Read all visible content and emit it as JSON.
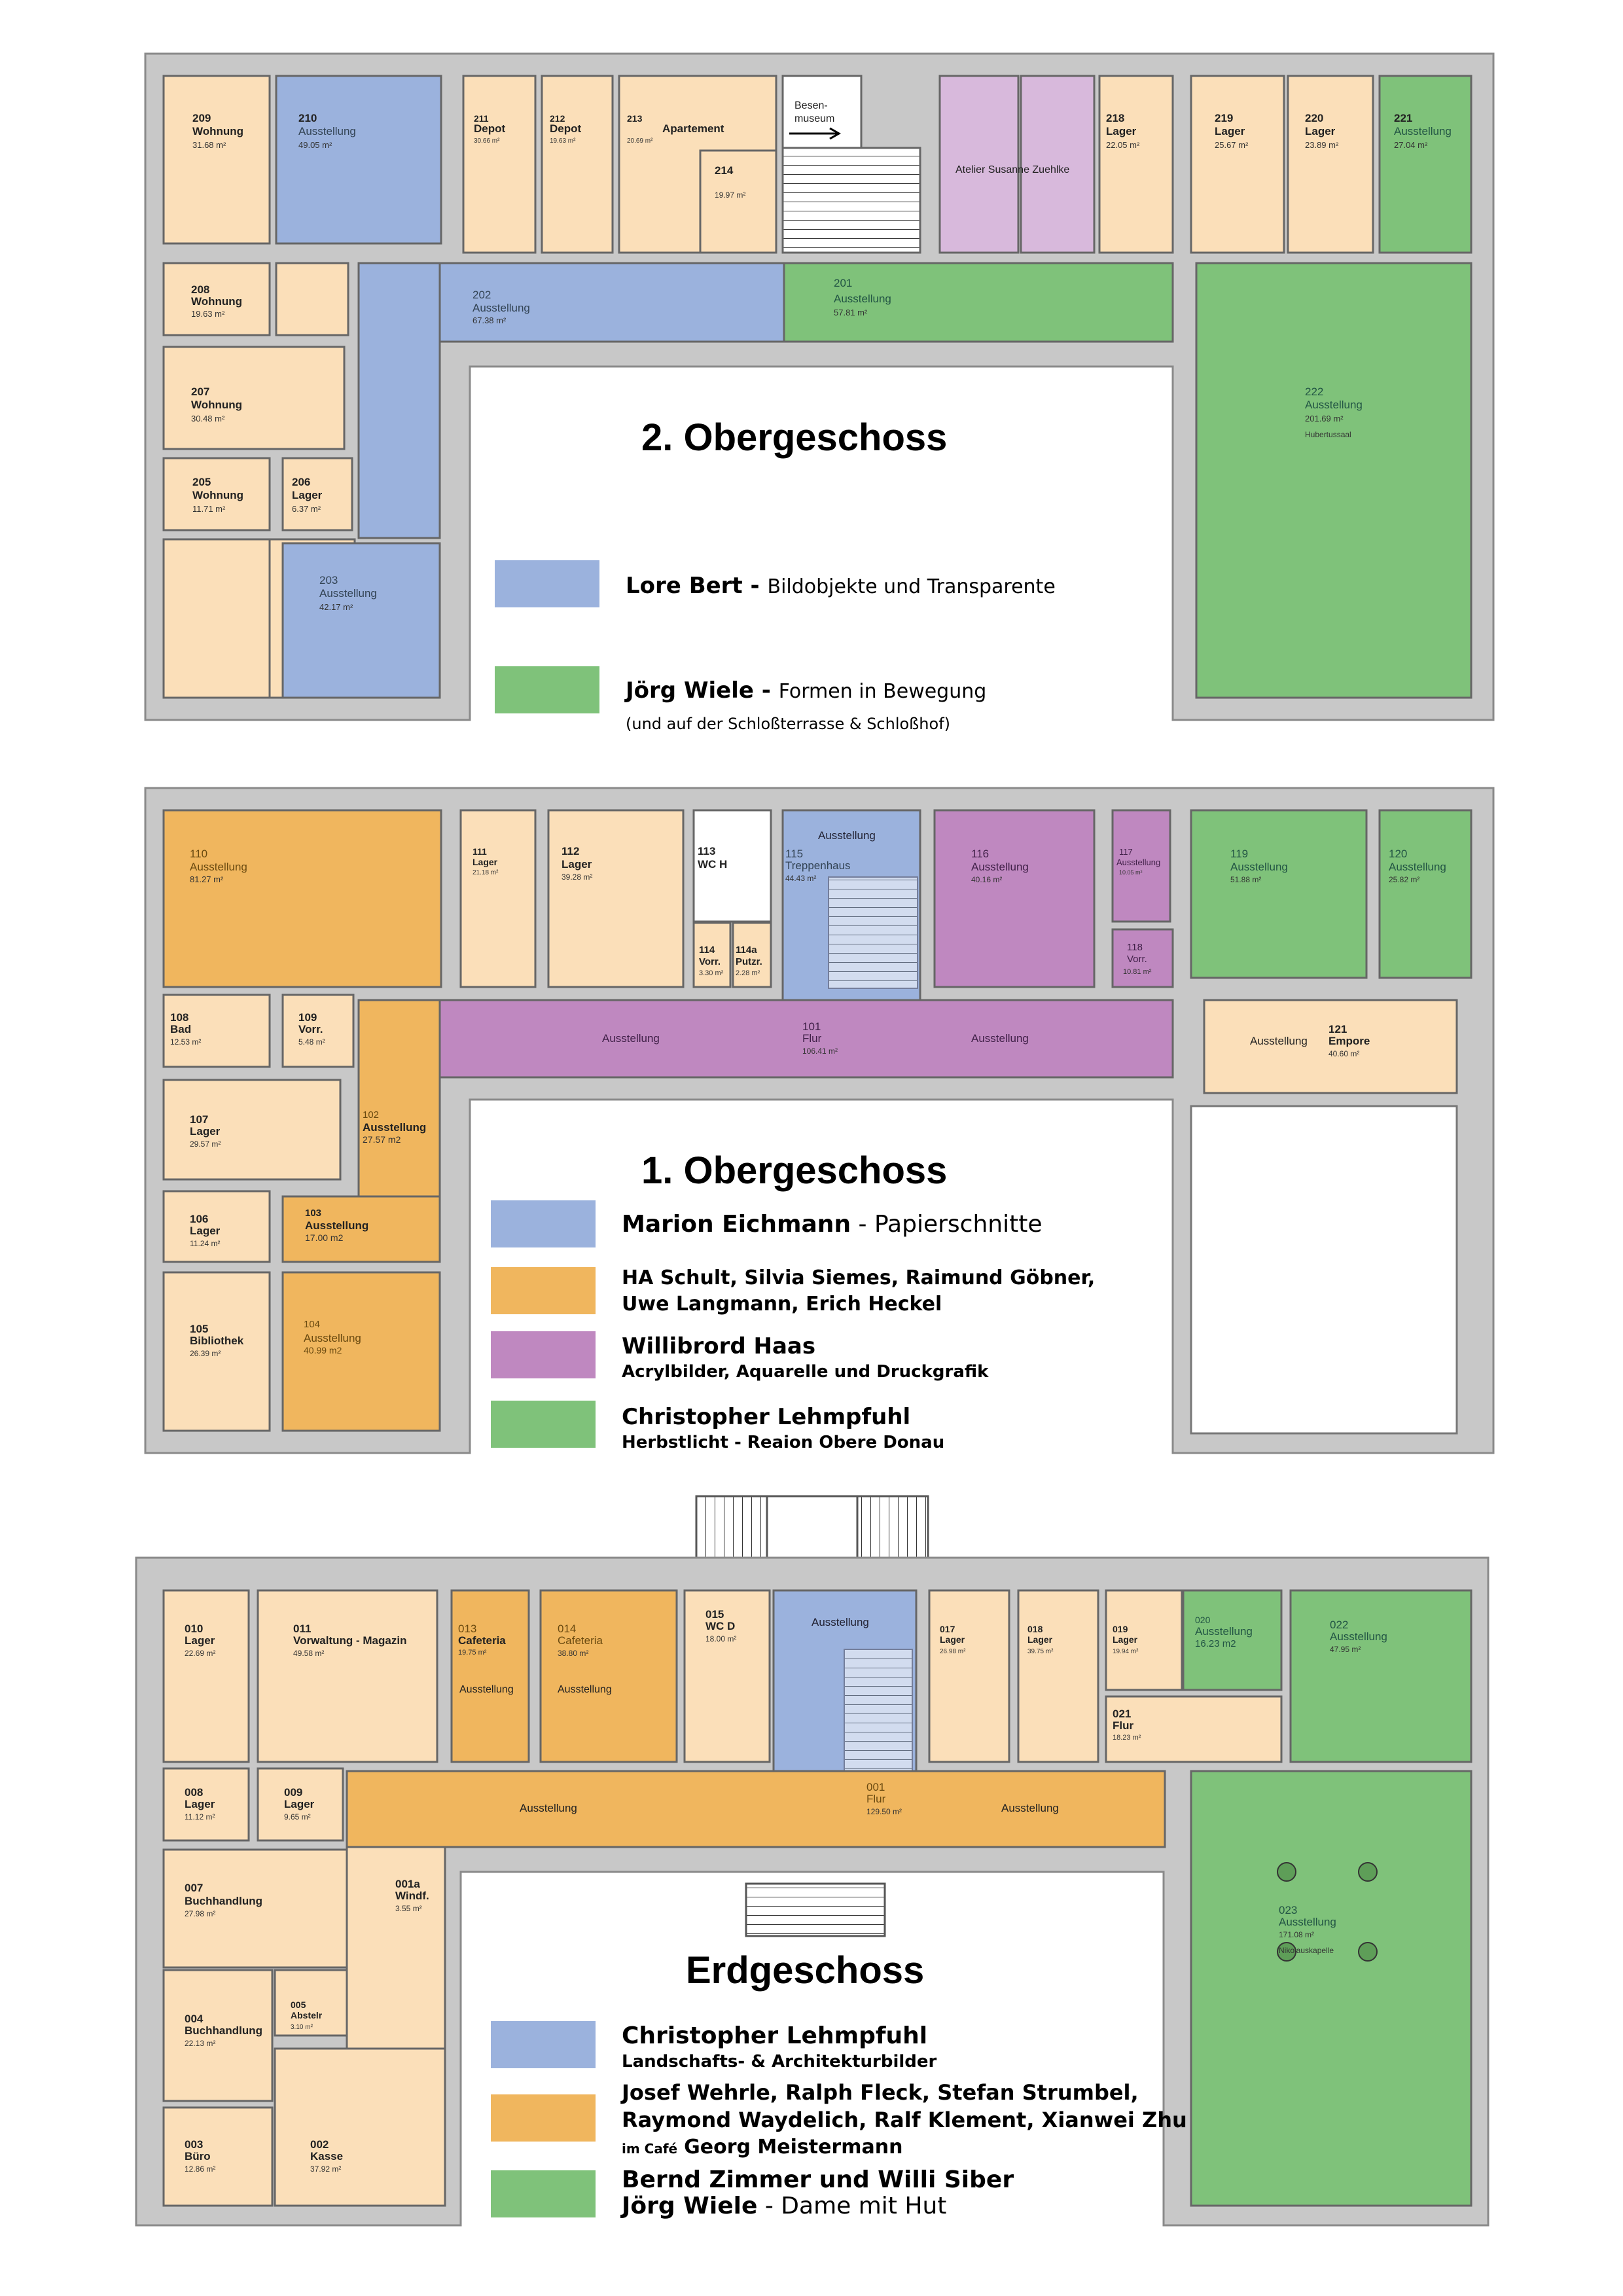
{
  "colors": {
    "wall": "#c8c8c8",
    "wall_edge": "#8a8a8a",
    "beige": "#fbdfb9",
    "blue": "#9bb2dd",
    "green": "#7fc27a",
    "orange": "#f0b65e",
    "purple": "#bf88c0",
    "lilac": "#d8b9dc"
  },
  "floors": [
    {
      "title": "2. Obergeschoss",
      "legend": [
        {
          "color": "blue",
          "name": "Lore Bert",
          "sep": " - ",
          "desc": "Bildobjekte und Transparente"
        },
        {
          "color": "green",
          "name": "Jörg Wiele",
          "sep": " - ",
          "desc": "Formen in Bewegung",
          "note": "(und auf der Schloßterrasse & Schloßhof)"
        }
      ],
      "rooms": [
        {
          "num": "209",
          "label": "Wohnung",
          "area": "31.68 m²"
        },
        {
          "num": "210",
          "label": "Ausstellung",
          "area": "49.05 m²"
        },
        {
          "num": "211",
          "label": "Depot",
          "area": "30.66 m²"
        },
        {
          "num": "212",
          "label": "Depot",
          "area": "19.63 m²"
        },
        {
          "num": "213",
          "label": "Apartement",
          "area": "20.69 m²"
        },
        {
          "num": "214",
          "label": "",
          "area": "19.97 m²"
        },
        {
          "num": "",
          "label": "Besen-",
          "area": "museum"
        },
        {
          "num": "",
          "label": "Atelier Susanne Zuehlke",
          "area": ""
        },
        {
          "num": "218",
          "label": "Lager",
          "area": "22.05 m²"
        },
        {
          "num": "219",
          "label": "Lager",
          "area": "25.67 m²"
        },
        {
          "num": "220",
          "label": "Lager",
          "area": "23.89 m²"
        },
        {
          "num": "221",
          "label": "Ausstellung",
          "area": "27.04 m²"
        },
        {
          "num": "208",
          "label": "Wohnung",
          "area": "19.63 m²"
        },
        {
          "num": "202",
          "label": "Ausstellung",
          "area": "67.38 m²"
        },
        {
          "num": "201",
          "label": "Ausstellung",
          "area": "57.81 m²"
        },
        {
          "num": "207",
          "label": "Wohnung",
          "area": "30.48 m²"
        },
        {
          "num": "222",
          "label": "Ausstellung",
          "area": "201.69 m²",
          "extra": "Hubertussaal"
        },
        {
          "num": "205",
          "label": "Wohnung",
          "area": "11.71 m²"
        },
        {
          "num": "206",
          "label": "Lager",
          "area": "6.37 m²"
        },
        {
          "num": "203",
          "label": "Ausstellung",
          "area": "42.17 m²"
        }
      ]
    },
    {
      "title": "1. Obergeschoss",
      "legend": [
        {
          "color": "blue",
          "name": "Marion Eichmann",
          "sep": " - ",
          "desc": "Papierschnitte"
        },
        {
          "color": "orange",
          "name": "HA Schult, Silvia Siemes, Raimund Göbner,",
          "name2": "Uwe Langmann, Erich Heckel"
        },
        {
          "color": "purple",
          "name": "Willibrord Haas",
          "sub": "Acrylbilder, Aquarelle und Druckgrafik"
        },
        {
          "color": "green",
          "name": "Christopher Lehmpfuhl",
          "sub": "Herbstlicht - Reaion Obere Donau"
        }
      ],
      "rooms": [
        {
          "num": "110",
          "label": "Ausstellung",
          "area": "81.27 m²"
        },
        {
          "num": "111",
          "label": "Lager",
          "area": "21.18 m²"
        },
        {
          "num": "112",
          "label": "Lager",
          "area": "39.28 m²"
        },
        {
          "num": "113",
          "label": "WC H",
          "area": ""
        },
        {
          "num": "115",
          "label": "Treppenhaus",
          "area": "44.43 m²",
          "top": "Ausstellung"
        },
        {
          "num": "116",
          "label": "Ausstellung",
          "area": "40.16 m²"
        },
        {
          "num": "117",
          "label": "Ausstellung",
          "area": "10.05 m²"
        },
        {
          "num": "119",
          "label": "Ausstellung",
          "area": "51.88 m²"
        },
        {
          "num": "120",
          "label": "Ausstellung",
          "area": "25.82 m²"
        },
        {
          "num": "114",
          "label": "Vorr.",
          "area": "3.30 m²"
        },
        {
          "num": "114a",
          "label": "Putzr.",
          "area": "2.28 m²"
        },
        {
          "num": "118",
          "label": "Vorr.",
          "area": "10.81 m²"
        },
        {
          "num": "108",
          "label": "Bad",
          "area": "12.53 m²"
        },
        {
          "num": "109",
          "label": "Vorr.",
          "area": "5.48 m²"
        },
        {
          "num": "101",
          "label": "Flur",
          "area": "106.41 m²",
          "left": "Ausstellung",
          "right": "Ausstellung"
        },
        {
          "num": "121",
          "label": "Empore",
          "area": "40.60 m²",
          "left": "Ausstellung"
        },
        {
          "num": "107",
          "label": "Lager",
          "area": "29.57 m²"
        },
        {
          "num": "102",
          "label": "Ausstellung",
          "area": "27.57 m2"
        },
        {
          "num": "106",
          "label": "Lager",
          "area": "11.24 m²"
        },
        {
          "num": "103",
          "label": "Ausstellung",
          "area": "17.00 m2"
        },
        {
          "num": "105",
          "label": "Bibliothek",
          "area": "26.39 m²"
        },
        {
          "num": "104",
          "label": "Ausstellung",
          "area": "40.99 m2"
        }
      ]
    },
    {
      "title": "Erdgeschoss",
      "legend": [
        {
          "color": "blue",
          "name": "Christopher Lehmpfuhl",
          "sub": "Landschafts- & Architekturbilder"
        },
        {
          "color": "orange",
          "name": "Josef Wehrle, Ralph Fleck, Stefan Strumbel,",
          "name2": "Raymond Waydelich, Ralf Klement, Xianwei Zhu",
          "cafe_pre": "im Café",
          "cafe_name": "Georg Meistermann"
        },
        {
          "color": "green",
          "name": "Bernd Zimmer und Willi Siber",
          "name2": "Jörg Wiele",
          "sep": " - ",
          "desc": "Dame mit Hut"
        }
      ],
      "rooms": [
        {
          "num": "010",
          "label": "Lager",
          "area": "22.69 m²"
        },
        {
          "num": "011",
          "label": "Vorwaltung - Magazin",
          "area": "49.58 m²"
        },
        {
          "num": "013",
          "label": "Cafeteria",
          "area": "19.75 m²",
          "bottom": "Ausstellung"
        },
        {
          "num": "014",
          "label": "Cafeteria",
          "area": "38.80 m²",
          "bottom": "Ausstellung"
        },
        {
          "num": "015",
          "label": "WC D",
          "area": "18.00 m²"
        },
        {
          "num": "",
          "label": "Ausstellung",
          "area": ""
        },
        {
          "num": "017",
          "label": "Lager",
          "area": "26.98 m²"
        },
        {
          "num": "018",
          "label": "Lager",
          "area": "39.75 m²"
        },
        {
          "num": "019",
          "label": "Lager",
          "area": "19.94 m²"
        },
        {
          "num": "020",
          "label": "Ausstellung",
          "area": "16.23 m2"
        },
        {
          "num": "022",
          "label": "Ausstellung",
          "area": "47.95 m²"
        },
        {
          "num": "021",
          "label": "Flur",
          "area": "18.23 m²"
        },
        {
          "num": "008",
          "label": "Lager",
          "area": "11.12 m²"
        },
        {
          "num": "009",
          "label": "Lager",
          "area": "9.65 m²"
        },
        {
          "num": "001",
          "label": "Flur",
          "area": "129.50 m²",
          "left": "Ausstellung",
          "right": "Ausstellung"
        },
        {
          "num": "007",
          "label": "Buchhandlung",
          "area": "27.98 m²"
        },
        {
          "num": "001a",
          "label": "Windf.",
          "area": "3.55 m²"
        },
        {
          "num": "023",
          "label": "Ausstellung",
          "area": "171.08 m²",
          "extra": "Nikolauskapelle"
        },
        {
          "num": "005",
          "label": "Abstelr",
          "area": "3.10 m²"
        },
        {
          "num": "004",
          "label": "Buchhandlung",
          "area": "22.13 m²"
        },
        {
          "num": "003",
          "label": "Büro",
          "area": "12.86 m²"
        },
        {
          "num": "002",
          "label": "Kasse",
          "area": "37.92 m²"
        }
      ]
    }
  ]
}
